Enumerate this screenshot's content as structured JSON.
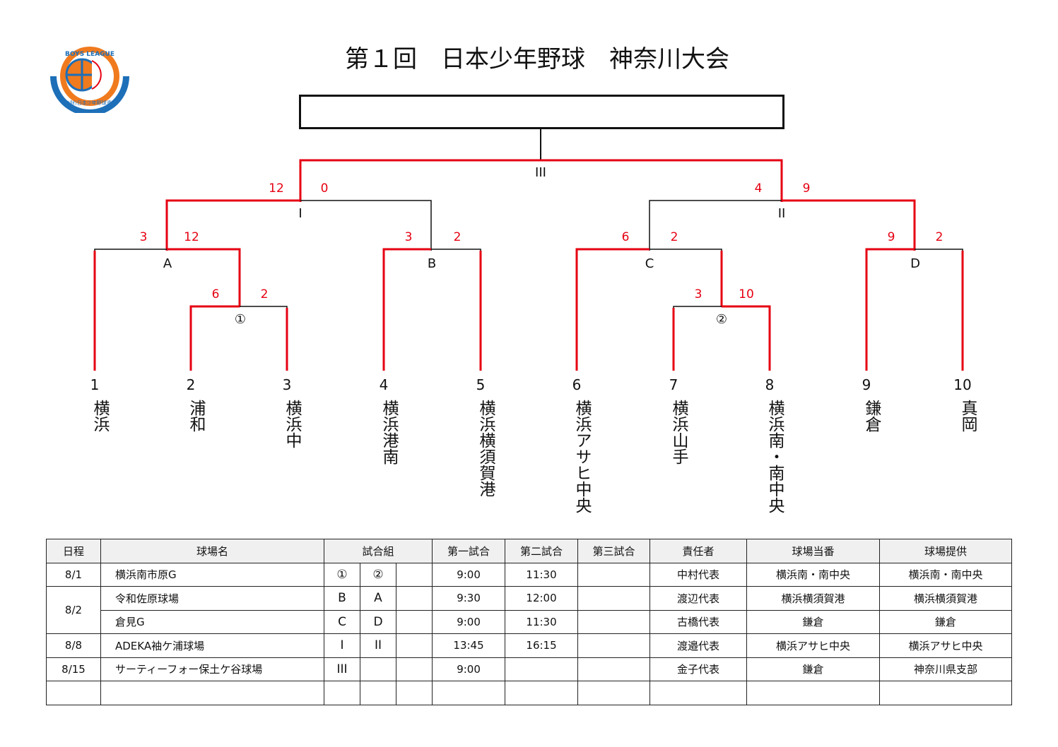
{
  "title": "第１回　日本少年野球　神奈川大会",
  "logo": {
    "top_text": "BOYS LEAGUE",
    "bottom_text": "(公財)日本少年野球連盟"
  },
  "colors": {
    "winner_line": "#e60012",
    "line": "#111111",
    "score": "#e60012",
    "logo_orange": "#f07a1e",
    "logo_blue": "#1d6fb8"
  },
  "bracket": {
    "match_labels": {
      "final": "III",
      "semi_1": "I",
      "semi_2": "II",
      "A": "A",
      "B": "B",
      "C": "C",
      "D": "D",
      "game_1": "①",
      "game_2": "②"
    },
    "scores": {
      "final": [
        "12",
        "0",
        "4",
        "9"
      ],
      "semi_1": [
        "3",
        "12",
        "3",
        "2"
      ],
      "semi_2": [
        "6",
        "2",
        "9",
        "2"
      ],
      "game_1": [
        "6",
        "2"
      ],
      "game_2": [
        "3",
        "10"
      ]
    },
    "teams": [
      {
        "num": "1",
        "name": "横浜"
      },
      {
        "num": "2",
        "name": "浦和"
      },
      {
        "num": "3",
        "name": "横浜中"
      },
      {
        "num": "4",
        "name": "横浜港南"
      },
      {
        "num": "5",
        "name": "横浜横須賀港"
      },
      {
        "num": "6",
        "name": "横浜アサヒ中央"
      },
      {
        "num": "7",
        "name": "横浜山手"
      },
      {
        "num": "8",
        "name": "横浜南・南中央"
      },
      {
        "num": "9",
        "name": "鎌倉"
      },
      {
        "num": "10",
        "name": "真岡"
      }
    ]
  },
  "schedule": {
    "headers": [
      "日程",
      "球場名",
      "試合組",
      "第一試合",
      "第二試合",
      "第三試合",
      "責任者",
      "球場当番",
      "球場提供"
    ],
    "rows": [
      {
        "date": "8/1",
        "venue": "横浜南市原G",
        "m1": "①",
        "m2": "②",
        "t1": "9:00",
        "t2": "11:30",
        "t3": "",
        "resp": "中村代表",
        "duty": "横浜南・南中央",
        "provider": "横浜南・南中央"
      },
      {
        "date": "8/2",
        "venue": "令和佐原球場",
        "m1": "B",
        "m2": "A",
        "t1": "9:30",
        "t2": "12:00",
        "t3": "",
        "resp": "渡辺代表",
        "duty": "横浜横須賀港",
        "provider": "横浜横須賀港"
      },
      {
        "date": "",
        "venue": "倉見G",
        "m1": "C",
        "m2": "D",
        "t1": "9:00",
        "t2": "11:30",
        "t3": "",
        "resp": "古橋代表",
        "duty": "鎌倉",
        "provider": "鎌倉"
      },
      {
        "date": "8/8",
        "venue": "ADEKA袖ケ浦球場",
        "m1": "I",
        "m2": "II",
        "t1": "13:45",
        "t2": "16:15",
        "t3": "",
        "resp": "渡邉代表",
        "duty": "横浜アサヒ中央",
        "provider": "横浜アサヒ中央"
      },
      {
        "date": "8/15",
        "venue": "サーティーフォー保土ケ谷球場",
        "m1": "III",
        "m2": "",
        "t1": "9:00",
        "t2": "",
        "t3": "",
        "resp": "金子代表",
        "duty": "鎌倉",
        "provider": "神奈川県支部"
      }
    ]
  }
}
